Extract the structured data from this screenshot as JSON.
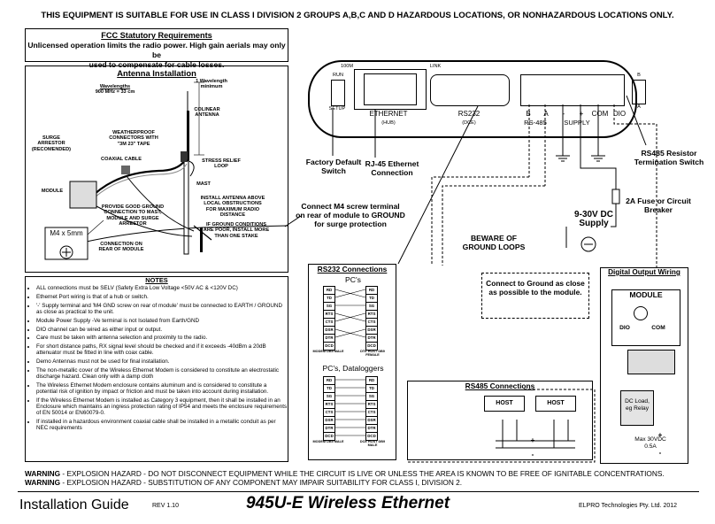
{
  "header": {
    "title": "THIS EQUIPMENT IS SUITABLE FOR USE IN CLASS I DIVISION 2 GROUPS A,B,C AND D HAZARDOUS LOCATIONS, OR NONHAZARDOUS LOCATIONS ONLY."
  },
  "fcc": {
    "heading": "FCC Statutory Requirements",
    "line1": "Unlicensed operation limits the radio power. High gain aerials may only be",
    "line2": "used to compensate for cable losses."
  },
  "antenna": {
    "heading": "Antenna Installation",
    "wavelengths": "Wavelengths",
    "wavelength_value": "900 MHz = 33 cm",
    "one_wavelength": "1 Wavelength minimum",
    "colinear": "COLINEAR ANTENNA",
    "weatherproof": "WEATHERPROOF CONNECTORS WITH \"3M 23\" TAPE",
    "surge": "SURGE ARRESTOR (RECOMENDED)",
    "coaxial": "COAXIAL CABLE",
    "stress": "STRESS RELIEF LOOP",
    "mast": "MAST",
    "module": "MODULE",
    "install_above": "INSTALL ANTENNA ABOVE LOCAL OBSTRUCTIONS FOR MAXIMUM RADIO DISTANCE",
    "ground": "PROVIDE GOOD GROUND CONNECTION TO MAST, MODULE AND SURGE ARRESTOR",
    "if_ground": "IF GROUND CONDITIONS ARE POOR, INSTALL MORE THAN ONE STAKE",
    "m4": "M4 x 5mm",
    "connection_rear": "CONNECTION ON REAR OF MODULE"
  },
  "notes": {
    "heading": "NOTES",
    "items": [
      "ALL connections must be SELV (Safety Extra Low Voltage <50V AC & <120V DC)",
      "Ethernet Port wiring is that of a hub or switch.",
      "'-' Supply terminal and 'M4 GND screw on rear of module' must be connected to EARTH / GROUND as close as practical to the unit.",
      "Module Power Supply -Ve terminal is not Isolated from Earth/GND",
      "DIO channel can be wired as either input or output.",
      "Care must be taken with antenna selection and proximity to the radio.",
      "For short distance paths, RX signal level should be checked and if it exceeds -40dBm a 20dB attenuator must be fitted in line with coax cable.",
      "Demo Antennas must not be used for final installation.",
      "The non-metallic cover of the Wireless Ethernet Modem is considered to constitute an electrostatic discharge hazard. Clean only with a damp cloth",
      "The Wireless Ethernet Modem enclosure contains aluminum and is considered to constitute a potential risk of ignition by impact or friction and must be taken into account during installation.",
      "If the Wireless Ethernet Modem is installed as Category 3 equipment, then it shall be installed in an Enclosure which maintains an ingress protection rating of IP54 and meets the enclosure requirements of EN 50014 or EN60079-0.",
      "If installed in a hazardous environment coaxial cable shall be installed in a metallic conduit as per NEC requirements"
    ]
  },
  "device": {
    "run": "RUN",
    "setup": "SETUP",
    "led_100m": "100M",
    "link": "LINK",
    "ethernet": "ETHERNET",
    "hub": "(HUB)",
    "rs232": "RS232",
    "dce": "(DCE)",
    "b": "B",
    "a": "A",
    "minus": "-",
    "plus": "+",
    "com": "COM",
    "dio": "DIO",
    "rs485": "RS-485",
    "supply": "SUPPLY",
    "sw_b": "B",
    "sw_a": "A"
  },
  "callouts": {
    "factory_default": "Factory Default Switch",
    "rj45": "RJ-45 Ethernet Connection",
    "rs485_resistor": "RS485 Resistor Termination Switch",
    "fuse": "2A Fuse or Circuit Breaker",
    "dc_supply": "9-30V DC Supply",
    "connect_m4": "Connect M4 screw terminal on rear of module to GROUND for surge protection",
    "beware": "BEWARE OF GROUND LOOPS",
    "connect_ground": "Connect to Ground as close as possible to the module."
  },
  "rs232conn": {
    "heading": "RS232 Connections",
    "pc1": "PC's",
    "pc2": "PC's, Dataloggers",
    "pins": [
      "RD",
      "TD",
      "SG",
      "RTS",
      "CTS",
      "DSR",
      "DTR",
      "DCD"
    ],
    "modem_label": "MODEM DB9 MALE",
    "dte_label": "DTE HOST DB9 FEMALE",
    "modem_label2": "MODEM DB9 MALE",
    "dce_label": "DCE HOST DB9 MALE"
  },
  "rs485conn": {
    "heading": "RS485 Connections",
    "host1": "HOST",
    "host2": "HOST",
    "plus": "+",
    "minus": "-"
  },
  "digital": {
    "heading": "Digital Output Wiring",
    "module": "MODULE",
    "dio": "DIO",
    "com": "COM",
    "load": "DC Load, eg Relay",
    "max": "Max 30VDC 0.5A",
    "plus": "+",
    "minus": "-"
  },
  "warnings": {
    "w1_label": "WARNING",
    "w1_text": " - EXPLOSION HAZARD - DO NOT DISCONNECT EQUIPMENT WHILE THE CIRCUIT IS LIVE OR UNLESS THE AREA IS KNOWN TO BE FREE OF IGNITABLE CONCENTRATIONS.",
    "w2_label": "WARNING",
    "w2_text": " - EXPLOSION HAZARD - SUBSTITUTION OF ANY COMPONENT MAY IMPAIR SUITABILITY FOR CLASS I, DIVISION 2."
  },
  "footer": {
    "guide": "Installation Guide",
    "rev": "REV 1.10",
    "product": "945U-E Wireless Ethernet",
    "company": "ELPRO Technologies Pty. Ltd.  2012"
  }
}
